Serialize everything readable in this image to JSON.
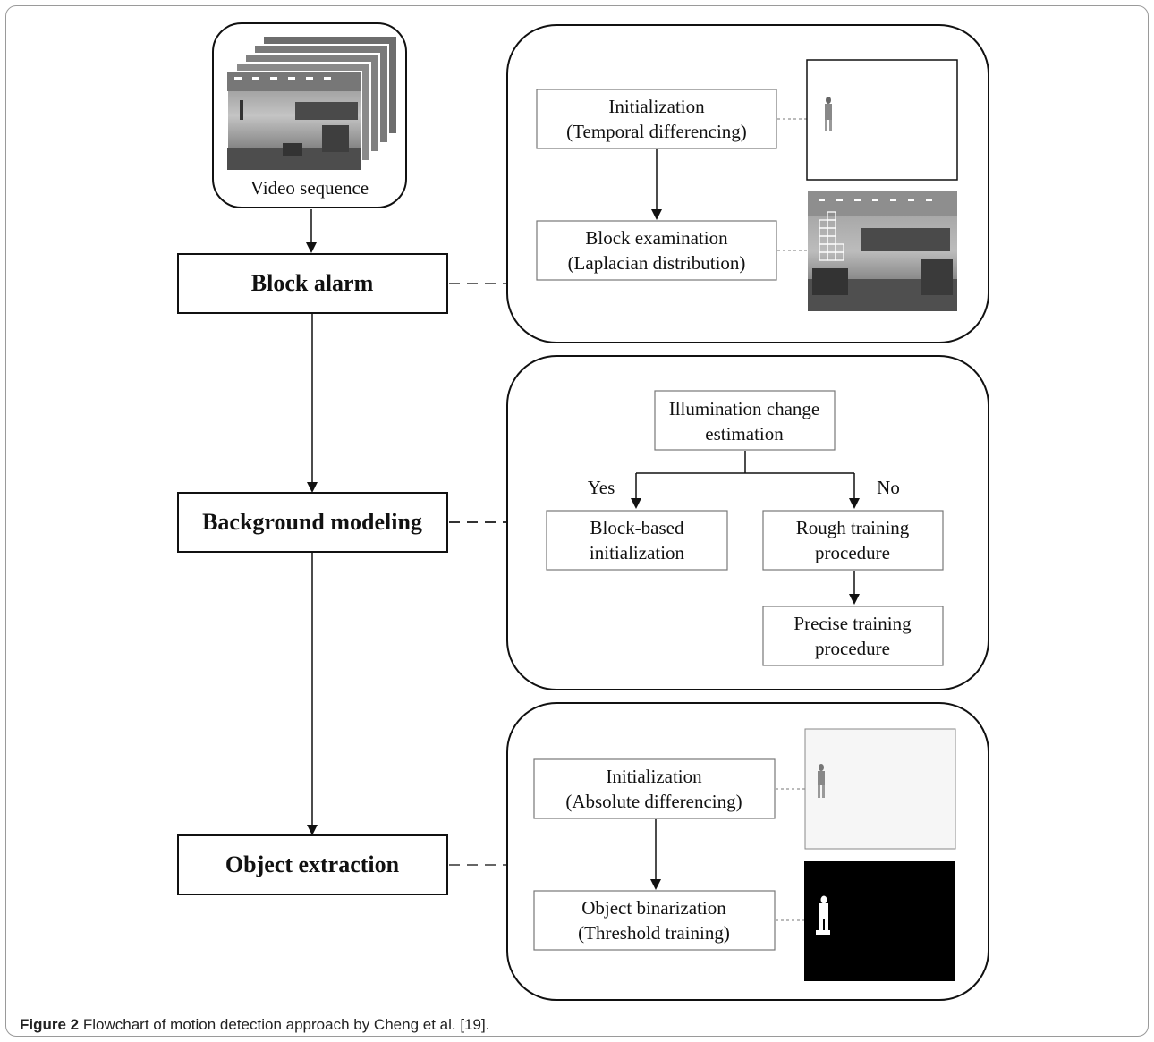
{
  "diagram": {
    "video_sequence_label": "Video sequence",
    "stages": {
      "block_alarm": "Block alarm",
      "background_modeling": "Background modeling",
      "object_extraction": "Object extraction"
    },
    "block_alarm_panel": {
      "initialization_line1": "Initialization",
      "initialization_line2": "(Temporal differencing)",
      "block_exam_line1": "Block examination",
      "block_exam_line2": "(Laplacian distribution)"
    },
    "background_panel": {
      "illum_line1": "Illumination change",
      "illum_line2": "estimation",
      "yes_label": "Yes",
      "no_label": "No",
      "block_based_line1": "Block-based",
      "block_based_line2": "initialization",
      "rough_line1": "Rough training",
      "rough_line2": "procedure",
      "precise_line1": "Precise training",
      "precise_line2": "procedure"
    },
    "extraction_panel": {
      "init_line1": "Initialization",
      "init_line2": "(Absolute differencing)",
      "binar_line1": "Object binarization",
      "binar_line2": "(Threshold training)"
    }
  },
  "caption": {
    "label": "Figure 2",
    "text": "Flowchart of motion detection approach by Cheng et al. [19]."
  }
}
